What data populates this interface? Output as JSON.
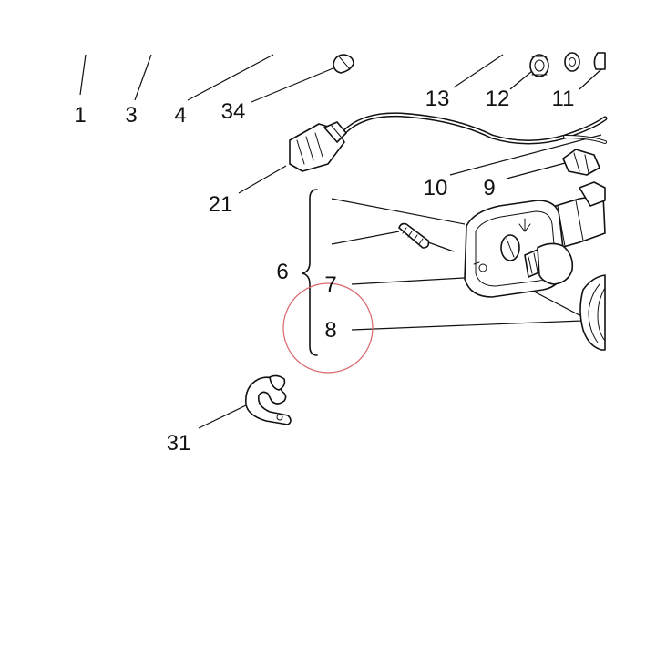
{
  "labels": {
    "l1": "1",
    "l3": "3",
    "l4": "4",
    "l34": "34",
    "l13": "13",
    "l12": "12",
    "l11": "11",
    "l10": "10",
    "l9": "9",
    "l21": "21",
    "l6": "6",
    "l7": "7",
    "l8": "8",
    "l31": "31"
  },
  "colors": {
    "ink": "#111111",
    "highlight_circle": "#d9666b",
    "background": "#ffffff"
  },
  "highlight": {
    "part": "8"
  }
}
